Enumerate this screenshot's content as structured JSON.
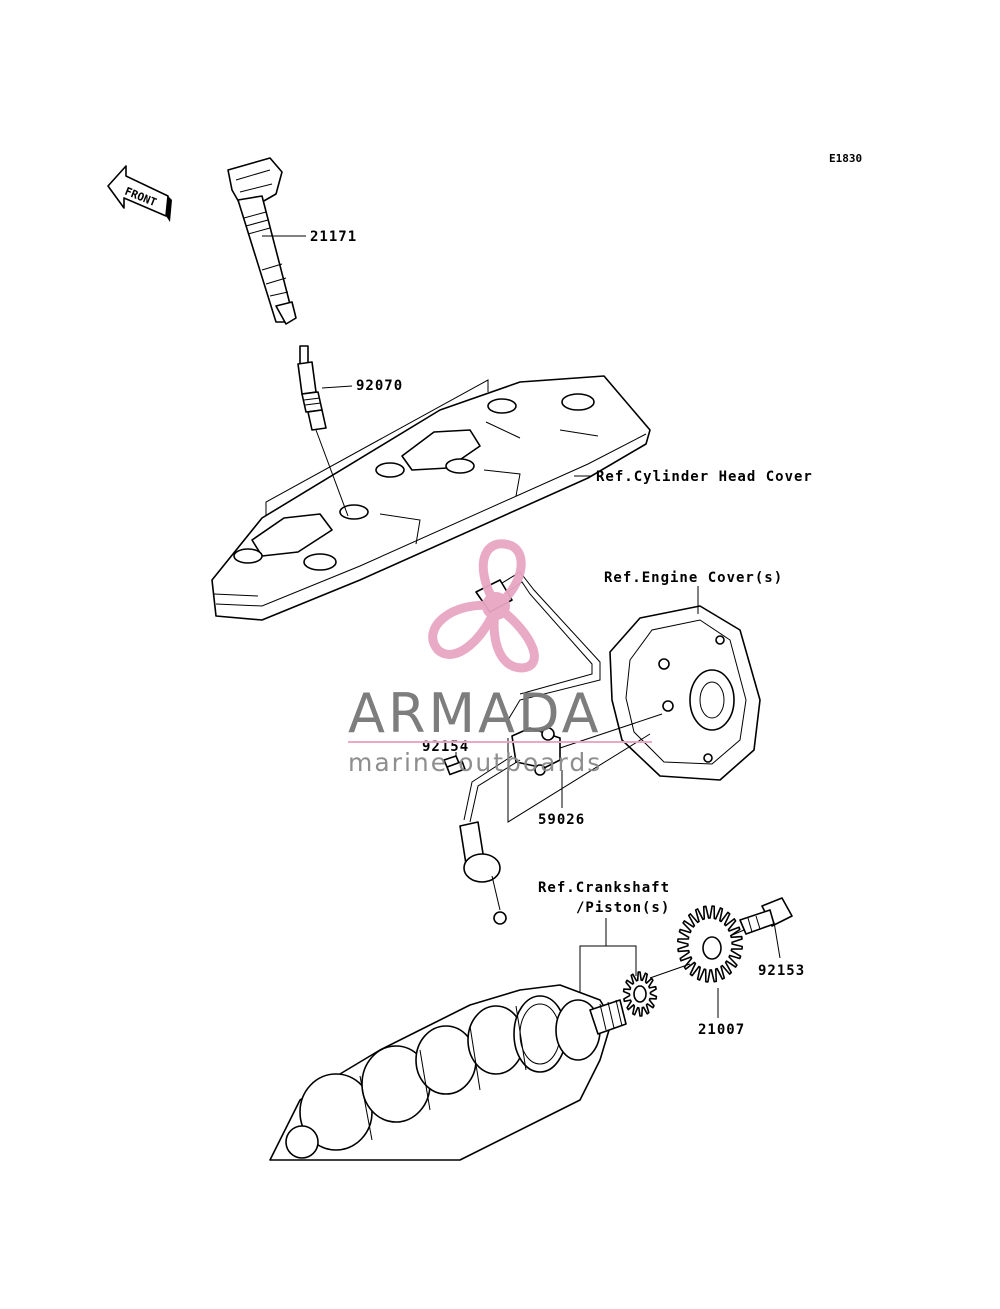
{
  "diagram": {
    "code": "E1830",
    "front_label": "FRONT",
    "callouts": {
      "p21171": "21171",
      "p92070": "92070",
      "p92154": "92154",
      "p59026": "59026",
      "p92153": "92153",
      "p21007": "21007"
    },
    "references": {
      "cylinder_head_cover": "Ref.Cylinder Head Cover",
      "engine_cover": "Ref.Engine Cover(s)",
      "crankshaft_line1": "Ref.Crankshaft",
      "crankshaft_line2": "/Piston(s)"
    }
  },
  "watermark": {
    "brand": "ARMADA",
    "tagline": "marine outboards",
    "accent_color": "#e8a6c4",
    "text_color": "#777777"
  }
}
